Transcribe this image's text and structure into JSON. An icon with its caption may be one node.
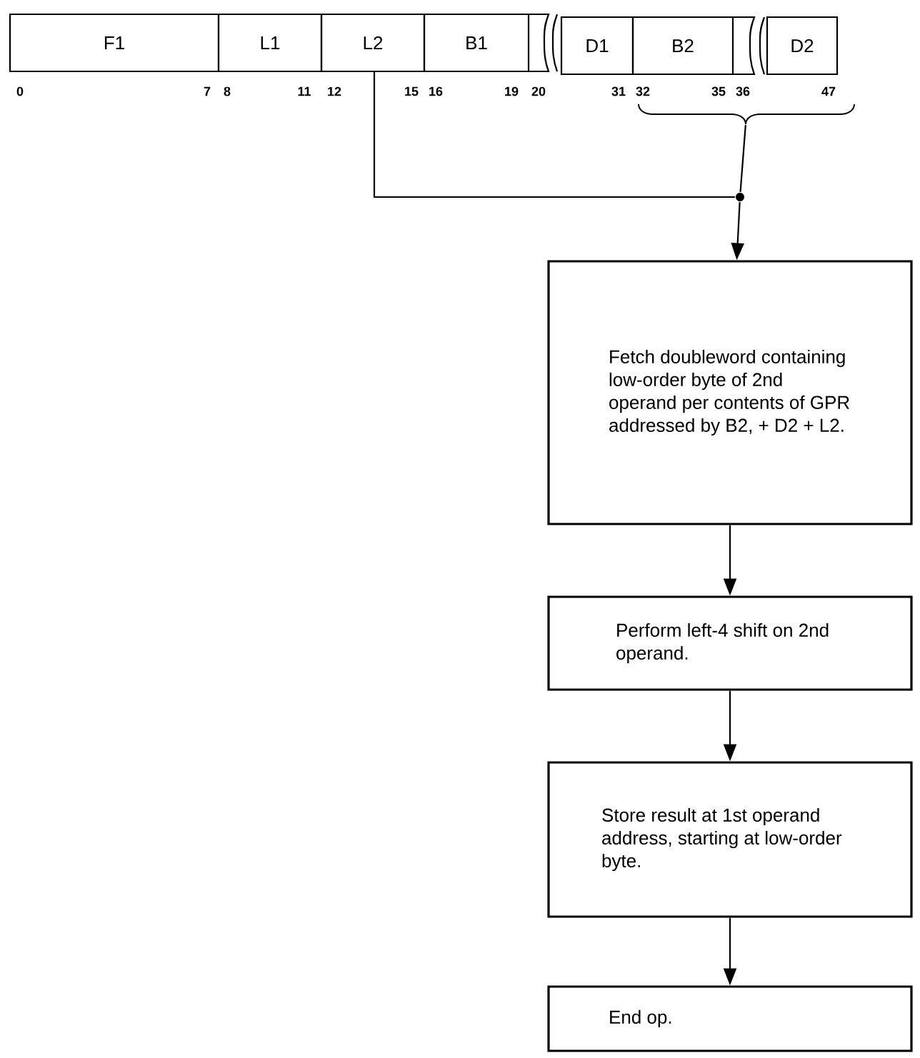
{
  "diagram": {
    "nodes": [
      {
        "text": [
          "F1"
        ]
      },
      {
        "text": [
          "L1"
        ]
      },
      {
        "text": [
          "L2"
        ]
      },
      {
        "text": [
          "B1"
        ]
      },
      {
        "text": [
          "D1"
        ]
      },
      {
        "text": [
          "B2"
        ]
      },
      {
        "text": [
          "D2"
        ]
      },
      {
        "text": [],
        "shape": "brace"
      },
      {
        "text": [],
        "shape": "circle"
      },
      {
        "text": [
          "Fetch doubleword containing low-order byte of 2nd operand per contents of GPR addressed by B2, + D2 + L2."
        ]
      },
      {
        "text": [
          "Perform left-4 shift on 2nd operand."
        ]
      },
      {
        "text": [
          "Store result at 1st operand address, starting at low-order byte."
        ]
      },
      {
        "text": [
          "End op."
        ]
      }
    ],
    "edges": [
      {
        "from": 2,
        "to": 8,
        "arrow": "none"
      },
      {
        "from": 7,
        "to": 8,
        "arrow": "none"
      },
      {
        "from": 8,
        "to": 9,
        "arrow": "to"
      },
      {
        "from": 9,
        "to": 10,
        "arrow": "to"
      },
      {
        "from": 10,
        "to": 11,
        "arrow": "to"
      },
      {
        "from": 11,
        "to": 12,
        "arrow": "to"
      }
    ],
    "labels": [
      "0",
      "7",
      "8",
      "11",
      "12",
      "15",
      "16",
      "19",
      "20",
      "31",
      "32",
      "35",
      "36",
      "47"
    ]
  }
}
